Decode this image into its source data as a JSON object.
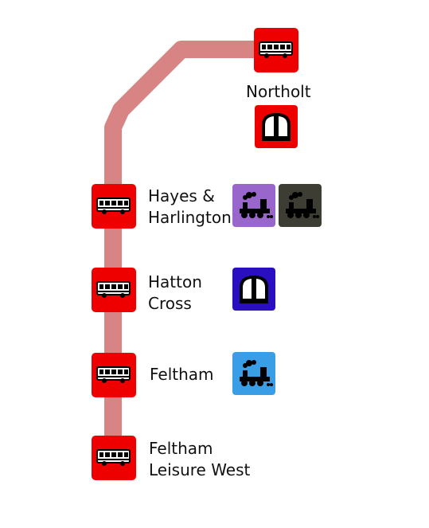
{
  "colors": {
    "route_line": "#d98484",
    "bus_stop": "#ee0000",
    "underground_red": "#ee0000",
    "rail_purple": "#9966cc",
    "rail_dark_olive": "#3d3d33",
    "underground_blue": "#2a0fc0",
    "rail_sky_blue": "#3a9ee6"
  },
  "stops": [
    {
      "name_lines": [
        "Northolt"
      ],
      "connections": [
        {
          "icon": "underground-train-icon",
          "color": "#ee0000"
        }
      ]
    },
    {
      "name_lines": [
        "Hayes &",
        "Harlington"
      ],
      "connections": [
        {
          "icon": "steam-train-icon",
          "color": "#9966cc"
        },
        {
          "icon": "steam-train-icon",
          "color": "#3d3d33"
        }
      ]
    },
    {
      "name_lines": [
        "Hatton",
        "Cross"
      ],
      "connections": [
        {
          "icon": "underground-train-icon",
          "color": "#2a0fc0"
        }
      ]
    },
    {
      "name_lines": [
        "Feltham"
      ],
      "connections": [
        {
          "icon": "steam-train-icon",
          "color": "#3a9ee6"
        }
      ]
    },
    {
      "name_lines": [
        "Feltham",
        "Leisure West"
      ],
      "connections": []
    }
  ]
}
